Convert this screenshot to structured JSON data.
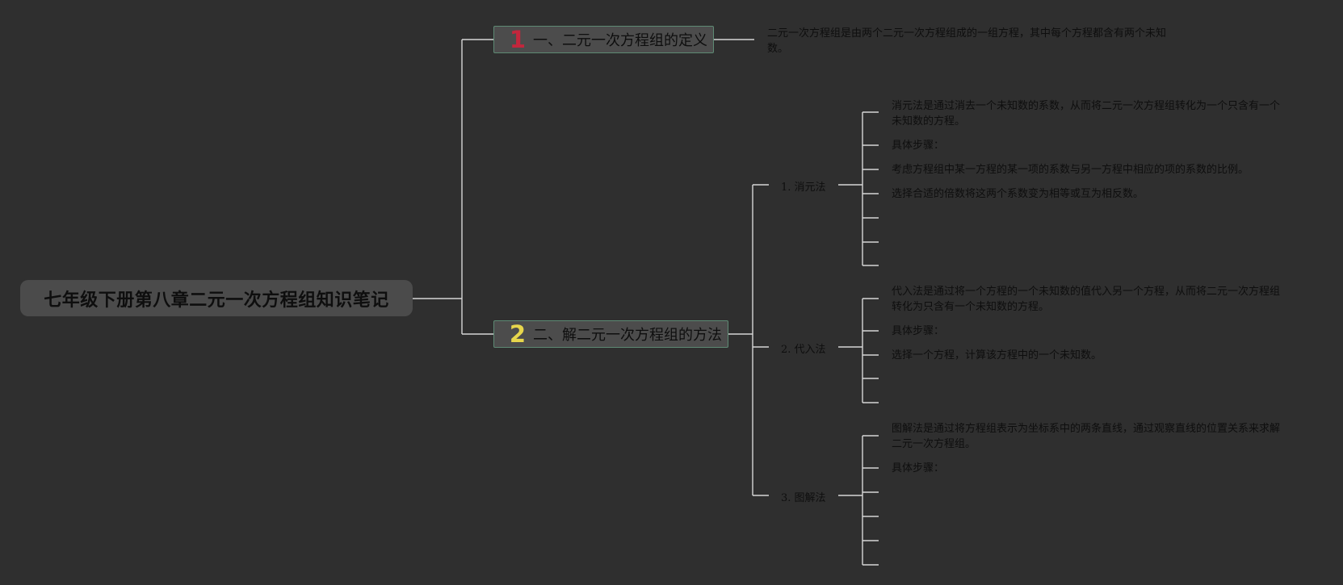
{
  "root": {
    "title": "七年级下册第八章二元一次方程组知识笔记"
  },
  "topics": [
    {
      "badge": "1",
      "label": "一、二元一次方程组的定义"
    },
    {
      "badge": "2",
      "label": "二、解二元一次方程组的方法"
    }
  ],
  "definition_note": "二元一次方程组是由两个二元一次方程组成的一组方程，其中每个方程都含有两个未知数。",
  "methods": [
    {
      "label": "1. 消元法",
      "notes": [
        "消元法是通过消去一个未知数的系数，从而将二元一次方程组转化为一个只含有一个未知数的方程。",
        "具体步骤：",
        "考虑方程组中某一方程的某一项的系数与另一方程中相应的项的系数的比例。",
        "选择合适的倍数将这两个系数变为相等或互为相反数。"
      ]
    },
    {
      "label": "2. 代入法",
      "notes": [
        "代入法是通过将一个方程的一个未知数的值代入另一个方程，从而将二元一次方程组转化为只含有一个未知数的方程。",
        "具体步骤：",
        "选择一个方程，计算该方程中的一个未知数。"
      ]
    },
    {
      "label": "3. 图解法",
      "notes": [
        "图解法是通过将方程组表示为坐标系中的两条直线，通过观察直线的位置关系来求解二元一次方程组。",
        "具体步骤："
      ]
    }
  ],
  "colors": {
    "background": "#2f2f2f",
    "line": "#d6d6d6",
    "topic_border": "#5e8a74"
  }
}
